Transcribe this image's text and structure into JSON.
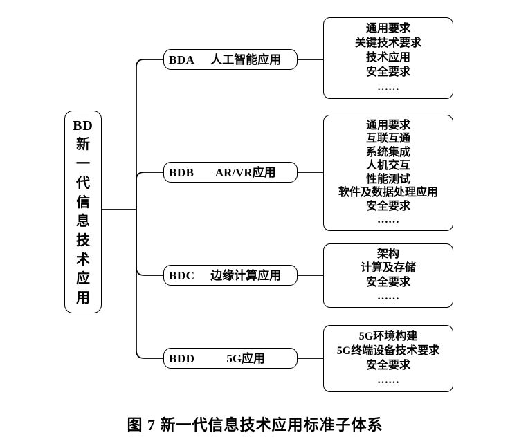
{
  "colors": {
    "background": "#ffffff",
    "line": "#000000",
    "text": "#000000"
  },
  "diagram": {
    "root": {
      "code": "BD",
      "chars": [
        "新",
        "一",
        "代",
        "信",
        "息",
        "技",
        "术",
        "应",
        "用"
      ]
    },
    "branches": [
      {
        "code": "BDA",
        "label": "人工智能应用",
        "items": [
          "通用要求",
          "关键技术要求",
          "技术应用",
          "安全要求",
          "……"
        ]
      },
      {
        "code": "BDB",
        "label": "AR/VR应用",
        "items": [
          "通用要求",
          "互联互通",
          "系统集成",
          "人机交互",
          "性能测试",
          "软件及数据处理应用",
          "安全要求",
          "……"
        ]
      },
      {
        "code": "BDC",
        "label": "边缘计算应用",
        "items": [
          "架构",
          "计算及存储",
          "安全要求",
          "……"
        ]
      },
      {
        "code": "BDD",
        "label": "5G应用",
        "items": [
          "5G环境构建",
          "5G终端设备技术要求",
          "安全要求",
          "……"
        ]
      }
    ],
    "caption": "图 7 新一代信息技术应用标准子体系"
  }
}
